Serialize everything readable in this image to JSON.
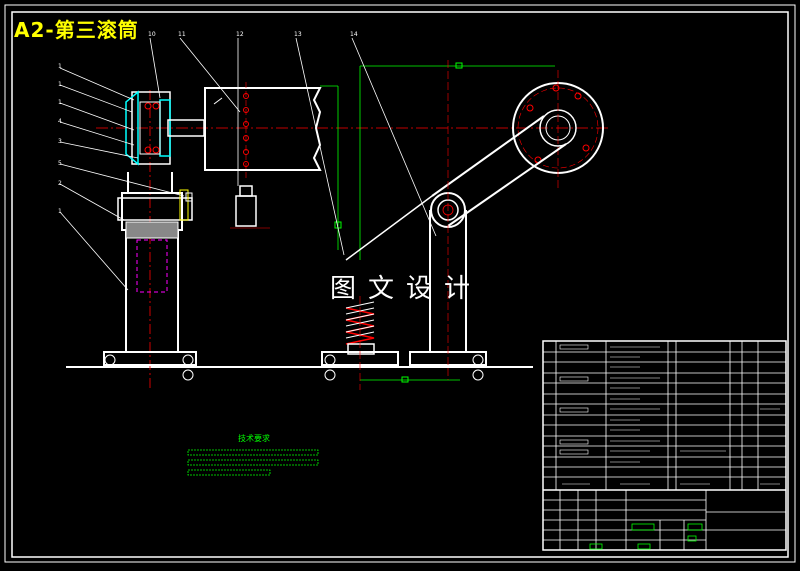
{
  "drawing": {
    "title": "A2-第三滚筒",
    "watermark": "图文设计",
    "notes_title": "技术要求",
    "part_labels": [
      "10",
      "11",
      "12",
      "13",
      "14"
    ],
    "leader_numbers": [
      "1",
      "1",
      "1",
      "4",
      "3",
      "5",
      "2",
      "1"
    ],
    "colors": {
      "background": "#000000",
      "outline": "#ffffff",
      "centerline": "#ff0000",
      "dimension": "#00ff00",
      "hidden": "#ff00ff",
      "parts_cyan": "#00ffff",
      "title_yellow": "#ffff00"
    }
  }
}
